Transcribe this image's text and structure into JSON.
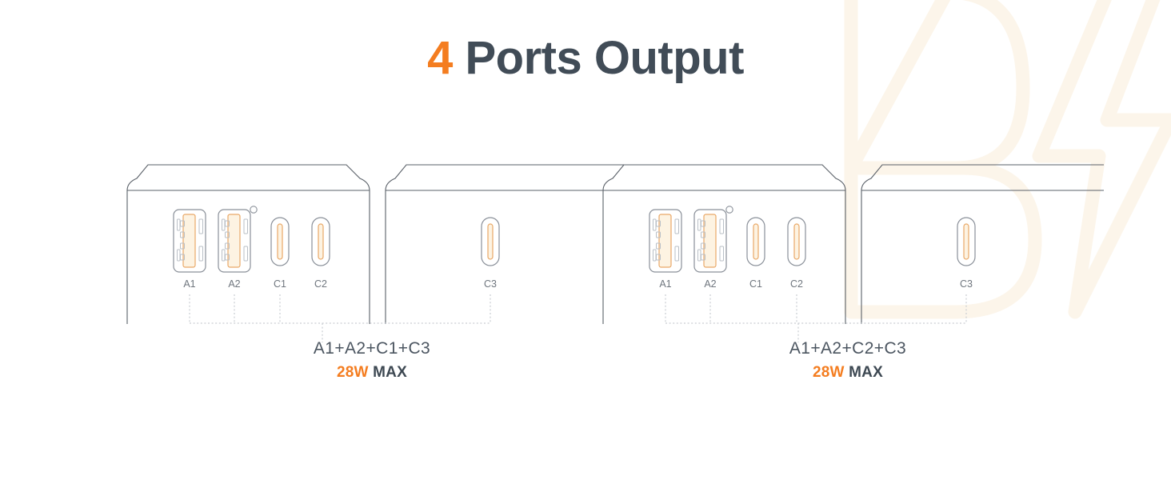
{
  "title": {
    "number": "4",
    "rest": " Ports Output"
  },
  "colors": {
    "accent_orange": "#f47d20",
    "title_dark": "#414c57",
    "outline_gray": "#5a6068",
    "port_outline": "#8a9099",
    "label_gray": "#6f767e",
    "dash_gray": "#c9cdd2",
    "watermark_cream": "#fdf7ef",
    "background": "#ffffff"
  },
  "groups": [
    {
      "id": "left",
      "main_panel_ports": [
        {
          "label": "A1",
          "type": "usb-a",
          "connected": true
        },
        {
          "label": "A2",
          "type": "usb-a",
          "connected": true
        },
        {
          "label": "C1",
          "type": "usb-c",
          "connected": true
        },
        {
          "label": "C2",
          "type": "usb-c",
          "connected": false
        }
      ],
      "side_panel_ports": [
        {
          "label": "C3",
          "type": "usb-c",
          "connected": true
        }
      ],
      "has_led_indicator": true,
      "combo": "A1+A2+C1+C3",
      "power_value": "28W",
      "power_unit": "MAX"
    },
    {
      "id": "right",
      "main_panel_ports": [
        {
          "label": "A1",
          "type": "usb-a",
          "connected": true
        },
        {
          "label": "A2",
          "type": "usb-a",
          "connected": true
        },
        {
          "label": "C1",
          "type": "usb-c",
          "connected": false
        },
        {
          "label": "C2",
          "type": "usb-c",
          "connected": true
        }
      ],
      "side_panel_ports": [
        {
          "label": "C3",
          "type": "usb-c",
          "connected": true
        }
      ],
      "has_led_indicator": true,
      "combo": "A1+A2+C2+C3",
      "power_value": "28W",
      "power_unit": "MAX"
    }
  ],
  "watermark": {
    "glyph_name": "b-letter-and-lightning-bolt"
  }
}
